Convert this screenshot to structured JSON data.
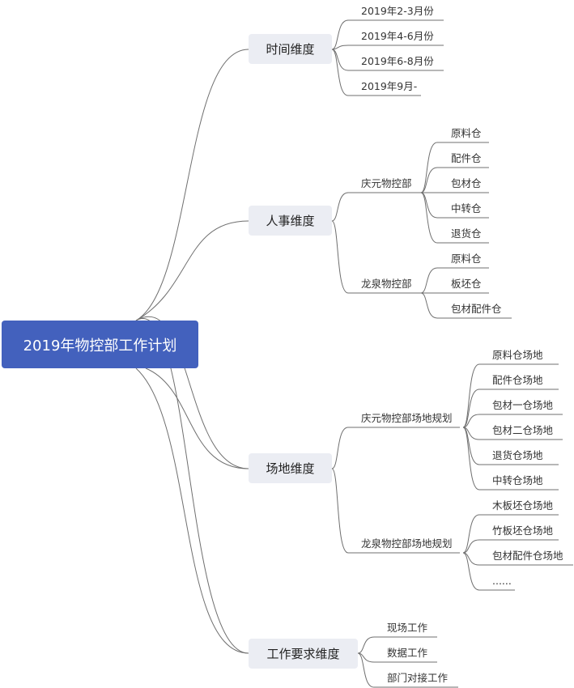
{
  "root": "2019年物控部工作计划",
  "branches": {
    "time": {
      "label": "时间维度",
      "items": [
        "2019年2-3月份",
        "2019年4-6月份",
        "2019年6-8月份",
        "2019年9月-"
      ]
    },
    "personnel": {
      "label": "人事维度",
      "qingyuan": {
        "label": "庆元物控部",
        "items": [
          "原料仓",
          "配件仓",
          "包材仓",
          "中转仓",
          "退货仓"
        ]
      },
      "longquan": {
        "label": "龙泉物控部",
        "items": [
          "原料仓",
          "板坯仓",
          "包材配件仓"
        ]
      }
    },
    "site": {
      "label": "场地维度",
      "qingyuan": {
        "label": "庆元物控部场地规划",
        "items": [
          "原料仓场地",
          "配件仓场地",
          "包材一仓场地",
          "包材二仓场地",
          "退货仓场地",
          "中转仓场地"
        ]
      },
      "longquan": {
        "label": "龙泉物控部场地规划",
        "items": [
          "木板坯仓场地",
          "竹板坯仓场地",
          "包材配件仓场地",
          "......"
        ]
      }
    },
    "work": {
      "label": "工作要求维度",
      "items": [
        "现场工作",
        "数据工作",
        "部门对接工作"
      ]
    }
  }
}
